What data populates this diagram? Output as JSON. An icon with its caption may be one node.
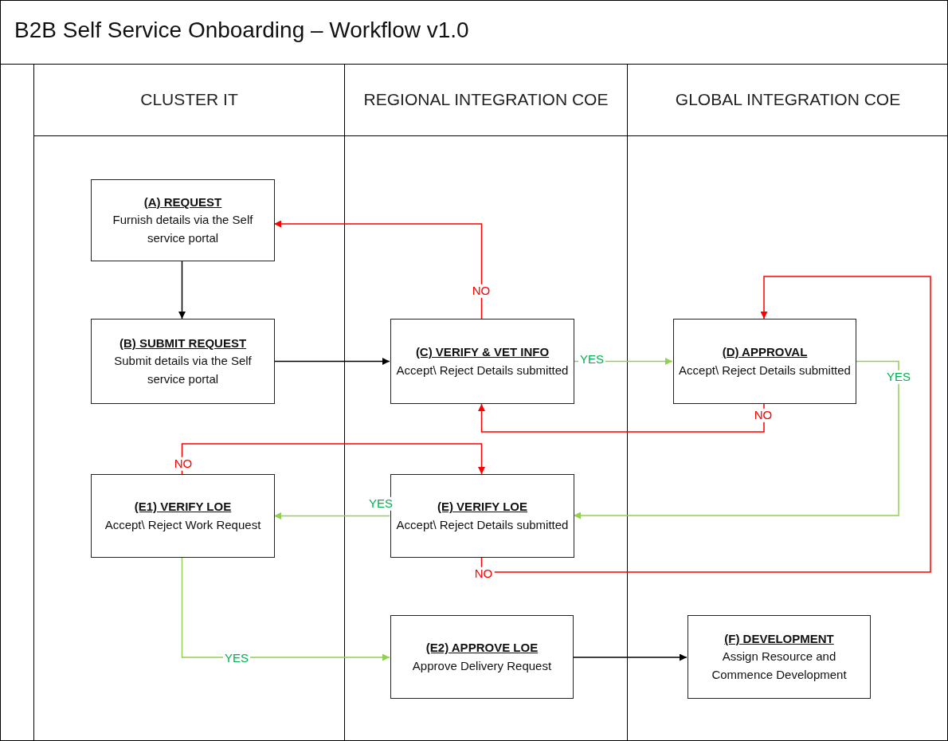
{
  "diagram": {
    "title": "B2B Self Service Onboarding – Workflow v1.0",
    "nodes": [
      {
        "text": [
          "CLUSTER IT"
        ]
      },
      {
        "text": [
          "REGIONAL INTEGRATION COE"
        ]
      },
      {
        "text": [
          "GLOBAL INTEGRATION COE"
        ]
      },
      {
        "text": [
          "(A) REQUEST",
          "Furnish details via the Self service portal"
        ],
        "in": 0
      },
      {
        "text": [
          "(B) SUBMIT REQUEST",
          "Submit details via the Self service portal"
        ],
        "in": 0
      },
      {
        "text": [
          "(C) VERIFY & VET INFO",
          "Accept\\ Reject Details submitted"
        ],
        "in": 1
      },
      {
        "text": [
          "(D) APPROVAL",
          "Accept\\ Reject Details submitted"
        ],
        "in": 2
      },
      {
        "text": [
          "(E1) VERIFY LOE",
          "Accept\\ Reject Work Request"
        ],
        "in": 0
      },
      {
        "text": [
          "(E) VERIFY LOE",
          "Accept\\ Reject Details submitted"
        ],
        "in": 1
      },
      {
        "text": [
          "(E2) APPROVE LOE",
          "Approve Delivery Request"
        ],
        "in": 1
      },
      {
        "text": [
          "(F) DEVELOPMENT",
          "Assign Resource and Commence Development"
        ],
        "in": 2
      }
    ],
    "edges": [
      {
        "from": 3,
        "to": 4,
        "arrow": "to",
        "color": "#000000"
      },
      {
        "from": 4,
        "to": 5,
        "arrow": "to",
        "color": "#000000"
      },
      {
        "from": 5,
        "to": 3,
        "arrow": "to",
        "label": "NO",
        "color": "#ff0000"
      },
      {
        "from": 5,
        "to": 6,
        "arrow": "to",
        "label": "YES",
        "color": "#92d050"
      },
      {
        "from": 6,
        "to": 5,
        "arrow": "to",
        "label": "NO",
        "color": "#ff0000"
      },
      {
        "from": 6,
        "to": 8,
        "arrow": "to",
        "label": "YES",
        "color": "#92d050"
      },
      {
        "from": 7,
        "to": 8,
        "arrow": "to",
        "label": "NO",
        "color": "#ff0000"
      },
      {
        "from": 8,
        "to": 7,
        "arrow": "to",
        "label": "YES",
        "color": "#92d050"
      },
      {
        "from": 8,
        "to": 6,
        "arrow": "to",
        "label": "NO",
        "color": "#ff0000"
      },
      {
        "from": 7,
        "to": 9,
        "arrow": "to",
        "label": "YES",
        "color": "#92d050"
      },
      {
        "from": 9,
        "to": 10,
        "arrow": "to",
        "color": "#000000"
      }
    ]
  }
}
